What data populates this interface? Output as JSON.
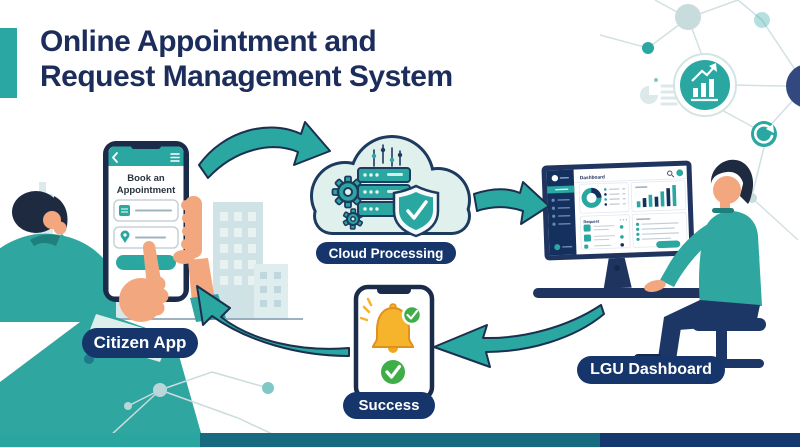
{
  "title": {
    "line1": "Online Appointment and",
    "line2": "Request Management System"
  },
  "flow": {
    "citizen_app": {
      "label": "Citizen App",
      "screen_title_line1": "Book an",
      "screen_title_line2": "Appointment"
    },
    "cloud_processing": {
      "label": "Cloud Processing"
    },
    "lgu_dashboard": {
      "label": "LGU Dashboard",
      "screen": {
        "header": "Dashboard",
        "request_card": "Request"
      }
    },
    "success": {
      "label": "Success"
    }
  },
  "icons": {
    "phone_back": "back-icon",
    "phone_menu": "menu-icon",
    "field1": "calendar-icon",
    "field2": "location-pin-icon",
    "cloud": [
      "gear-icon",
      "server-stack-icon",
      "shield-check-icon",
      "sliders-icon"
    ],
    "success": [
      "bell-icon",
      "check-badge-icon",
      "success-check-icon"
    ],
    "decor": [
      "chart-node-icon",
      "refresh-node-icon"
    ]
  },
  "colors": {
    "teal": "#2BA7A2",
    "navy_pill": "#16356B",
    "title_navy": "#1C2D5B",
    "outline_navy": "#1D3A5F",
    "cloud_fill": "#DFF0ED",
    "bell_yellow": "#F6B42C",
    "success_green": "#3FAE49",
    "skin": "#F2A77E",
    "footer_left": "#2AA6A0",
    "footer_mid": "#186A80",
    "footer_right": "#15386E"
  }
}
